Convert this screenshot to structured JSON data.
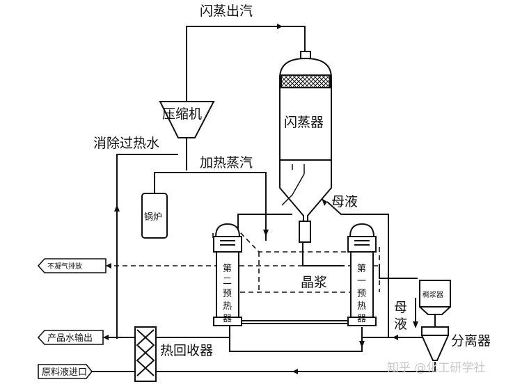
{
  "labels": {
    "flash_steam": "闪蒸出汽",
    "compressor": "压缩机",
    "flash_vessel": "闪蒸器",
    "desuperheat_water": "消除过热水",
    "heating_steam": "加热蒸汽",
    "boiler": "锅炉",
    "mother_liquor_top": "母液",
    "non_condensable": "不凝气排放",
    "preheater_2": [
      "第",
      "二",
      "预",
      "热",
      "器"
    ],
    "preheater_1": [
      "第",
      "一",
      "预",
      "热",
      "器"
    ],
    "crystal_slurry": "晶浆",
    "slurry_tank": "稠浆器",
    "mother_liquor_side": [
      "母",
      "液"
    ],
    "separator": "分离器",
    "product_water": "产品水输出",
    "heat_recovery": "热回收器",
    "raw_feed": "原料液进口",
    "watermark": "知乎 @化工研学社"
  },
  "colors": {
    "line": "#111111",
    "background": "#ffffff",
    "watermark": "#c8c8c8"
  }
}
